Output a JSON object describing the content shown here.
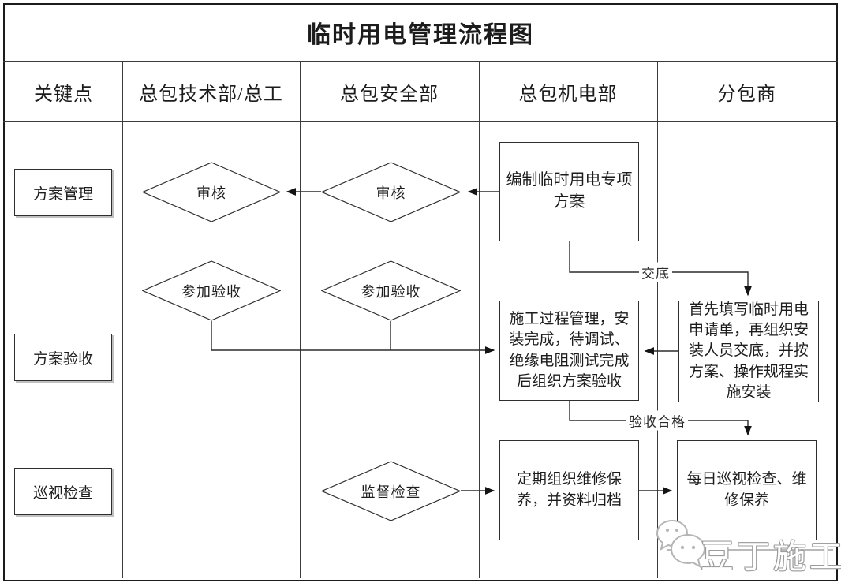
{
  "title": "临时用电管理流程图",
  "columns": [
    "关键点",
    "总包技术部/总工",
    "总包安全部",
    "总包机电部",
    "分包商"
  ],
  "key_points": [
    "方案管理",
    "方案验收",
    "巡视检查"
  ],
  "nodes": {
    "review_tech": "审核",
    "review_safety": "审核",
    "prepare_plan": "编制临时用电专项方案",
    "join_acceptance_tech": "参加验收",
    "join_acceptance_safety": "参加验收",
    "construction_process": "施工过程管理，安装完成，待调试、绝缘电阻测试完成后组织方案验收",
    "apply_install": "首先填写临时用电申请单，再组织安装人员交底，并按方案、操作规程实施安装",
    "supervise_check": "监督检查",
    "periodic_maintenance": "定期组织维修保养，并资料归档",
    "daily_patrol": "每日巡视检查、维修保养"
  },
  "edge_labels": {
    "disclosure": "交底",
    "acceptance_pass": "验收合格"
  },
  "watermark": "豆丁施工",
  "colors": {
    "line": "#2b2b2b",
    "table_line": "#3c3c3c",
    "border": "#1b1b1b",
    "watermark": "#9c9c9c"
  }
}
